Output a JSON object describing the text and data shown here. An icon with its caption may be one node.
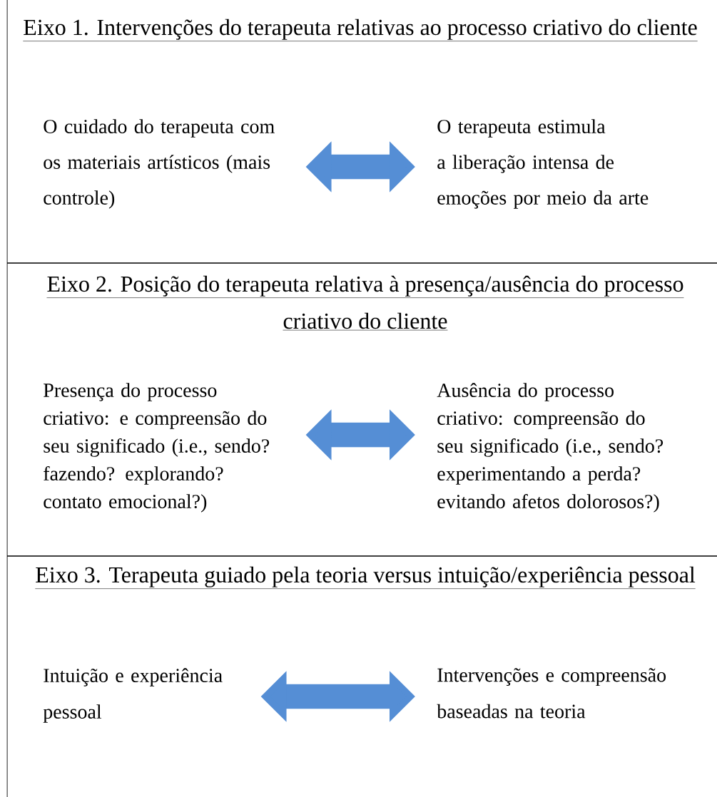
{
  "diagram": {
    "nodes": [
      {
        "text": [
          "Eixo 1. Intervenções do terapeuta relativas ao processo criativo do cliente"
        ]
      },
      {
        "text": [
          "O cuidado do terapeuta com os materiais artísticos (mais controle)"
        ],
        "in": 0
      },
      {
        "text": [
          "O terapeuta estimula a liberação intensa de emoções por meio da arte"
        ],
        "in": 0
      },
      {
        "text": [
          "Eixo 2. Posição do terapeuta relativa à presença/ausência do processo criativo do cliente"
        ]
      },
      {
        "text": [
          "Presença do processo criativo: e compreensão do seu significado (i.e., sendo? fazendo? explorando? contato emocional?)"
        ],
        "in": 3
      },
      {
        "text": [
          "Ausência do processo criativo: compreensão do seu significado (i.e., sendo? experimentando a perda? evitando afetos dolorosos?)"
        ],
        "in": 3
      },
      {
        "text": [
          "Eixo 3. Terapeuta guiado pela teoria versus intuição/experiência pessoal"
        ]
      },
      {
        "text": [
          "Intuição e experiência pessoal"
        ],
        "in": 6
      },
      {
        "text": [
          "Intervenções e compreensão baseadas na teoria"
        ],
        "in": 6
      }
    ],
    "edges": [
      {
        "from": 1,
        "to": 2,
        "arrow": "both"
      },
      {
        "from": 4,
        "to": 5,
        "arrow": "both"
      },
      {
        "from": 7,
        "to": 8,
        "arrow": "both"
      }
    ]
  }
}
